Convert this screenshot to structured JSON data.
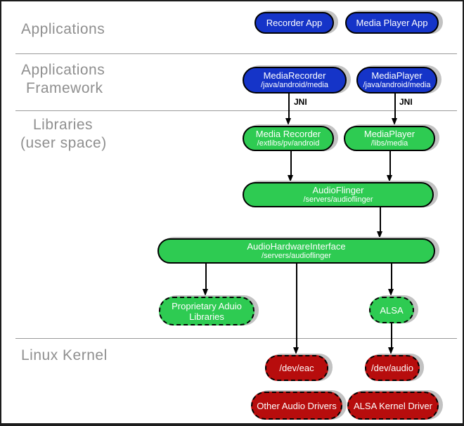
{
  "layers": {
    "applications": {
      "label": "Applications"
    },
    "framework": {
      "line1": "Applications",
      "line2": "Framework"
    },
    "libraries": {
      "line1": "Libraries",
      "line2": "(user space)"
    },
    "kernel": {
      "label": "Linux Kernel"
    }
  },
  "nodes": {
    "recorder_app": {
      "title": "Recorder App"
    },
    "media_player_app": {
      "title": "Media Player App"
    },
    "media_recorder_fw": {
      "title": "MediaRecorder",
      "subtitle": "/java/android/media"
    },
    "media_player_fw": {
      "title": "MediaPlayer",
      "subtitle": "/java/android/media"
    },
    "media_recorder_lib": {
      "title": "Media Recorder",
      "subtitle": "/extlibs/pv/android"
    },
    "media_player_lib": {
      "title": "MediaPlayer",
      "subtitle": "/libs/media"
    },
    "audioflinger": {
      "title": "AudioFlinger",
      "subtitle": "/servers/audioflinger"
    },
    "audio_hw_interface": {
      "title": "AudioHardwareInterface",
      "subtitle": "/servers/audioflinger"
    },
    "proprietary_audio_libs": {
      "line1": "Proprietary Aduio",
      "line2": "Libraries"
    },
    "alsa": {
      "title": "ALSA"
    },
    "dev_eac": {
      "title": "/dev/eac"
    },
    "dev_audio": {
      "title": "/dev/audio"
    },
    "other_audio_drivers": {
      "title": "Other Audio Drivers"
    },
    "alsa_kernel_driver": {
      "title": "ALSA Kernel Driver"
    }
  },
  "edge_labels": {
    "jni_left": "JNI",
    "jni_right": "JNI"
  },
  "colors": {
    "app_blue": "#1534c8",
    "lib_green": "#2ecb52",
    "kernel_red": "#b70d0d",
    "shadow_gray": "#c2c2c2",
    "layer_label_gray": "#8f8f8f",
    "line_black": "#000000"
  }
}
